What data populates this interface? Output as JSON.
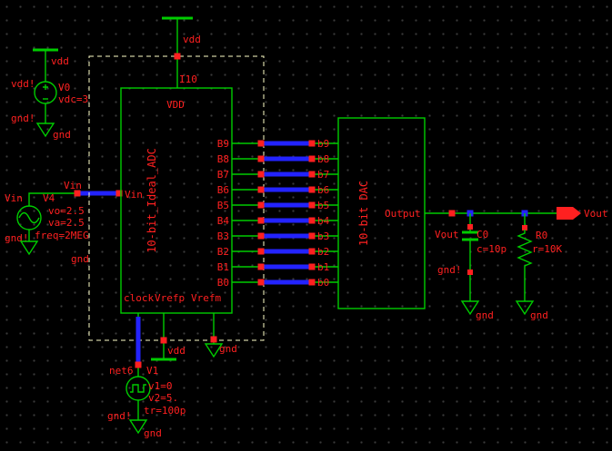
{
  "colors": {
    "background": "#000000",
    "wire_green": "#00cc00",
    "label_red": "#ff2020",
    "bus_blue": "#2323ff",
    "boundary_dash": "#ffffc8"
  },
  "rails": {
    "top_vdd": "vdd"
  },
  "v0": {
    "rail": "vdd",
    "net_top": "vdd!",
    "name": "V0",
    "param": "vdc=3",
    "net_bottom": "gnd!",
    "gnd": "gnd"
  },
  "v4": {
    "port": "Vin",
    "net": "Vin",
    "name": "V4",
    "param1": "vo=2.5",
    "param2": "va=2.5",
    "param3": "freq=2MEG",
    "net_bottom": "gnd!",
    "gnd": "gnd"
  },
  "adc": {
    "instance": "I10",
    "pin_vdd": "VDD",
    "label": "10-bit_Ideal_ADC",
    "pin_vin": "Vin",
    "pin_clock": "clock",
    "pin_vrefp": "Vrefp",
    "pin_vrefm": "Vrefm",
    "bits": [
      "B9",
      "B8",
      "B7",
      "B6",
      "B5",
      "B4",
      "B3",
      "B2",
      "B1",
      "B0"
    ]
  },
  "dac": {
    "label": "10-bit DAC",
    "pin_output": "Output",
    "bits": [
      "b9",
      "b8",
      "b7",
      "b6",
      "b5",
      "b4",
      "b3",
      "b2",
      "b1",
      "b0"
    ]
  },
  "output": {
    "net": "Vout",
    "port": "Vout"
  },
  "c0": {
    "name": "C0",
    "param": "c=10p",
    "net_gnd": "gnd!",
    "gnd": "gnd"
  },
  "r0": {
    "name": "R0",
    "param": "r=10K",
    "gnd": "gnd"
  },
  "vrefp_rail": {
    "label": "vdd"
  },
  "vrefm_gnd": {
    "label": "gnd"
  },
  "v1": {
    "net": "net6",
    "name": "V1",
    "param1": "v1=0",
    "param2": "v2=5.",
    "param3": "tr=100p",
    "net_bottom": "gnd!",
    "gnd": "gnd"
  }
}
